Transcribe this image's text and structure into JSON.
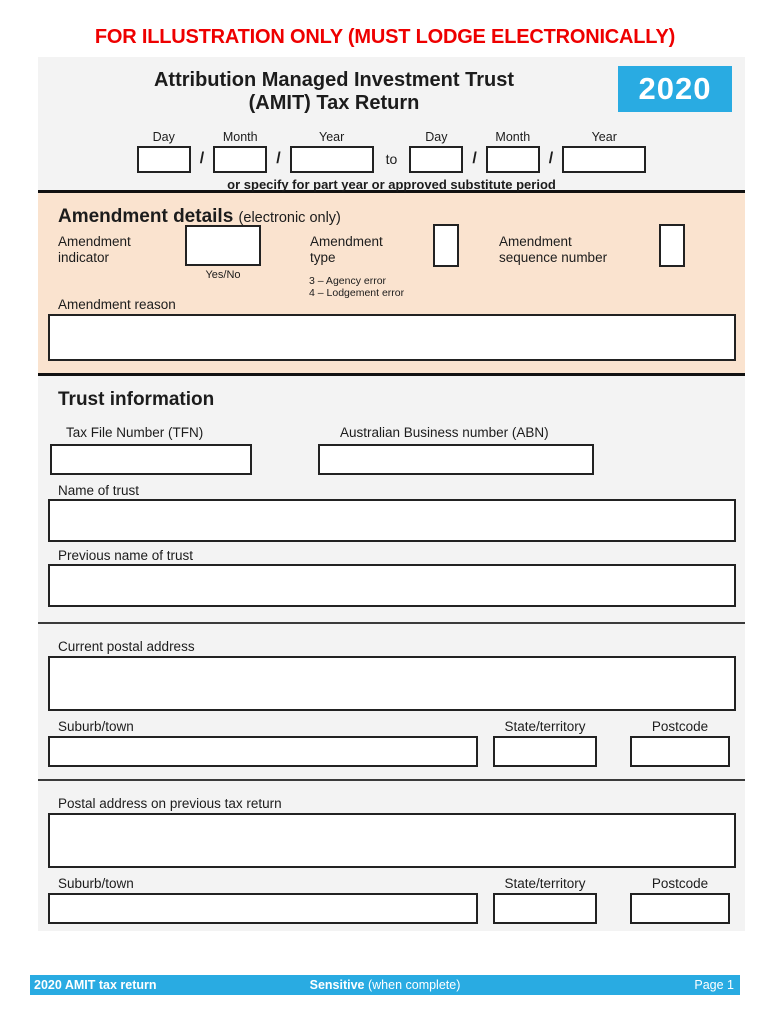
{
  "warning_banner": "FOR ILLUSTRATION ONLY (MUST LODGE ELECTRONICALLY)",
  "header": {
    "title_line1": "Attribution Managed Investment Trust",
    "title_line2": "(AMIT) Tax Return",
    "year_badge": "2020"
  },
  "period": {
    "day_label": "Day",
    "month_label": "Month",
    "year_label": "Year",
    "separator": "/",
    "to_label": "to",
    "note": "or specify for part year or approved substitute period",
    "from": {
      "day": "",
      "month": "",
      "year": ""
    },
    "to_date": {
      "day": "",
      "month": "",
      "year": ""
    }
  },
  "amendment": {
    "heading": "Amendment details",
    "heading_note": "(electronic only)",
    "indicator_label": "Amendment indicator",
    "indicator_hint": "Yes/No",
    "indicator_value": "",
    "type_label": "Amendment type",
    "type_option_3": "3 – Agency error",
    "type_option_4": "4 – Lodgement error",
    "type_value": "",
    "sequence_label": "Amendment sequence number",
    "sequence_value": "",
    "reason_label": "Amendment reason",
    "reason_value": ""
  },
  "trust_information": {
    "heading": "Trust information",
    "tfn_label": "Tax File Number (TFN)",
    "tfn_value": "",
    "abn_label": "Australian Business number (ABN)",
    "abn_value": "",
    "name_label": "Name of trust",
    "name_value": "",
    "previous_name_label": "Previous name of trust",
    "previous_name_value": ""
  },
  "current_address": {
    "heading": "Current postal address",
    "address_value": "",
    "suburb_label": "Suburb/town",
    "suburb_value": "",
    "state_label": "State/territory",
    "state_value": "",
    "postcode_label": "Postcode",
    "postcode_value": ""
  },
  "previous_address": {
    "heading": "Postal address on previous tax return",
    "address_value": "",
    "suburb_label": "Suburb/town",
    "suburb_value": "",
    "state_label": "State/territory",
    "state_value": "",
    "postcode_label": "Postcode",
    "postcode_value": ""
  },
  "footer": {
    "left": "2020 AMIT tax return",
    "center_bold": "Sensitive",
    "center_note": " (when complete)",
    "right": "Page 1"
  },
  "colors": {
    "accent_blue": "#29abe2",
    "warning_red": "#ee0000",
    "amendment_bg": "#fae3cf",
    "section_bg": "#f3f3f3"
  }
}
